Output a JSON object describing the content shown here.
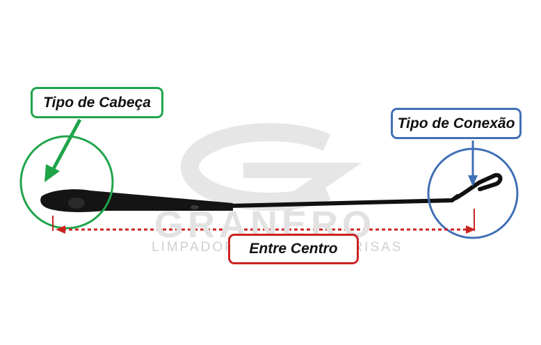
{
  "watermark": {
    "brand": "GRANERO",
    "tagline": "LIMPADORES DE PARA-BRISAS"
  },
  "labels": {
    "head_type": "Tipo de Cabeça",
    "connection_type": "Tipo de Conexão",
    "center_to_center": "Entre Centro"
  },
  "colors": {
    "head_accent": "#1fa44a",
    "connection_accent": "#3f6fb5",
    "measure_accent": "#cc2222",
    "arm": "#111111"
  },
  "subject": "wiper-arm"
}
